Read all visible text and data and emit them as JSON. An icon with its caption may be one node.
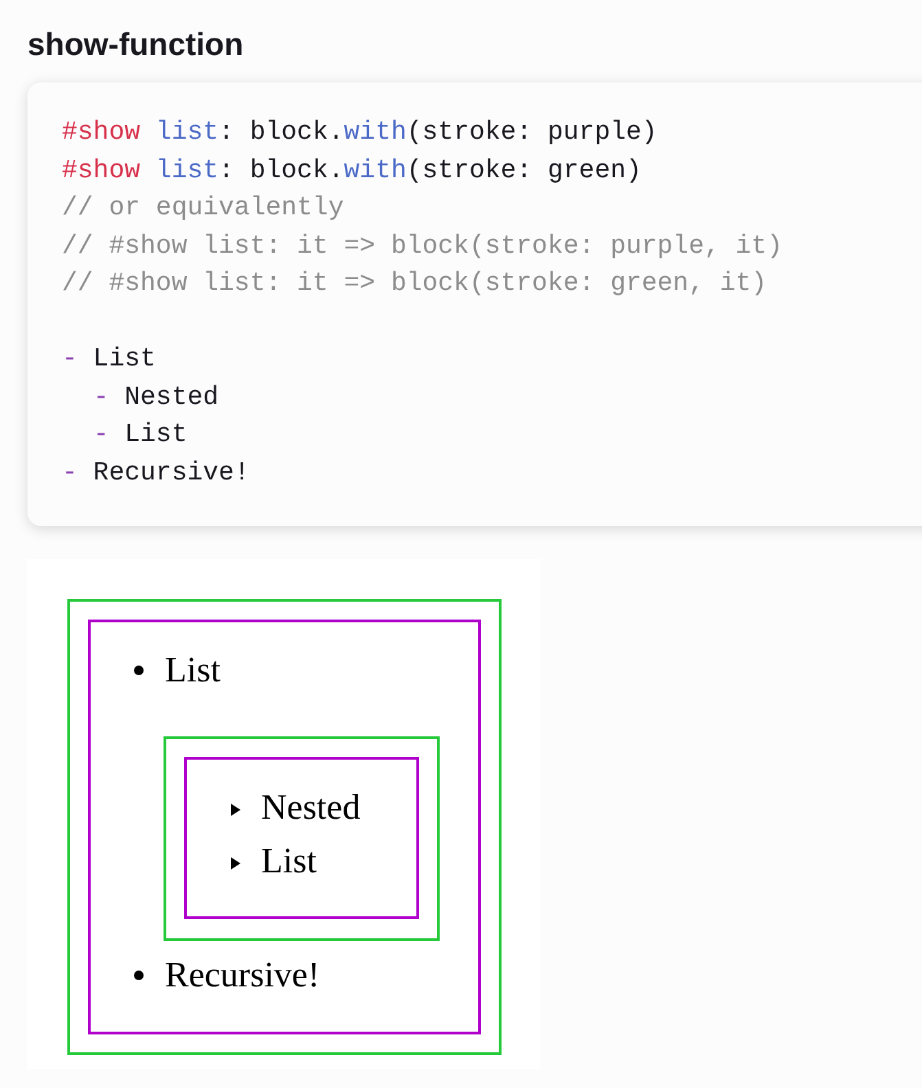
{
  "diagram": {
    "title": "show-function",
    "nodes": [
      {
        "text": [],
        "shape": "box"
      },
      {
        "text": [
          "List",
          "Recursive!"
        ],
        "in": 0
      },
      {
        "text": [],
        "shape": "box",
        "in": 1
      },
      {
        "text": [
          "Nested",
          "List"
        ],
        "in": 2
      }
    ],
    "labels": [
      "#show list: block.with(stroke: purple)",
      "#show list: block.with(stroke: green)",
      "// or equivalently",
      "// #show list: it => block(stroke: purple, it)",
      "// #show list: it => block(stroke: green, it)",
      "- List",
      "  - Nested",
      "  - List",
      "- Recursive!"
    ]
  }
}
